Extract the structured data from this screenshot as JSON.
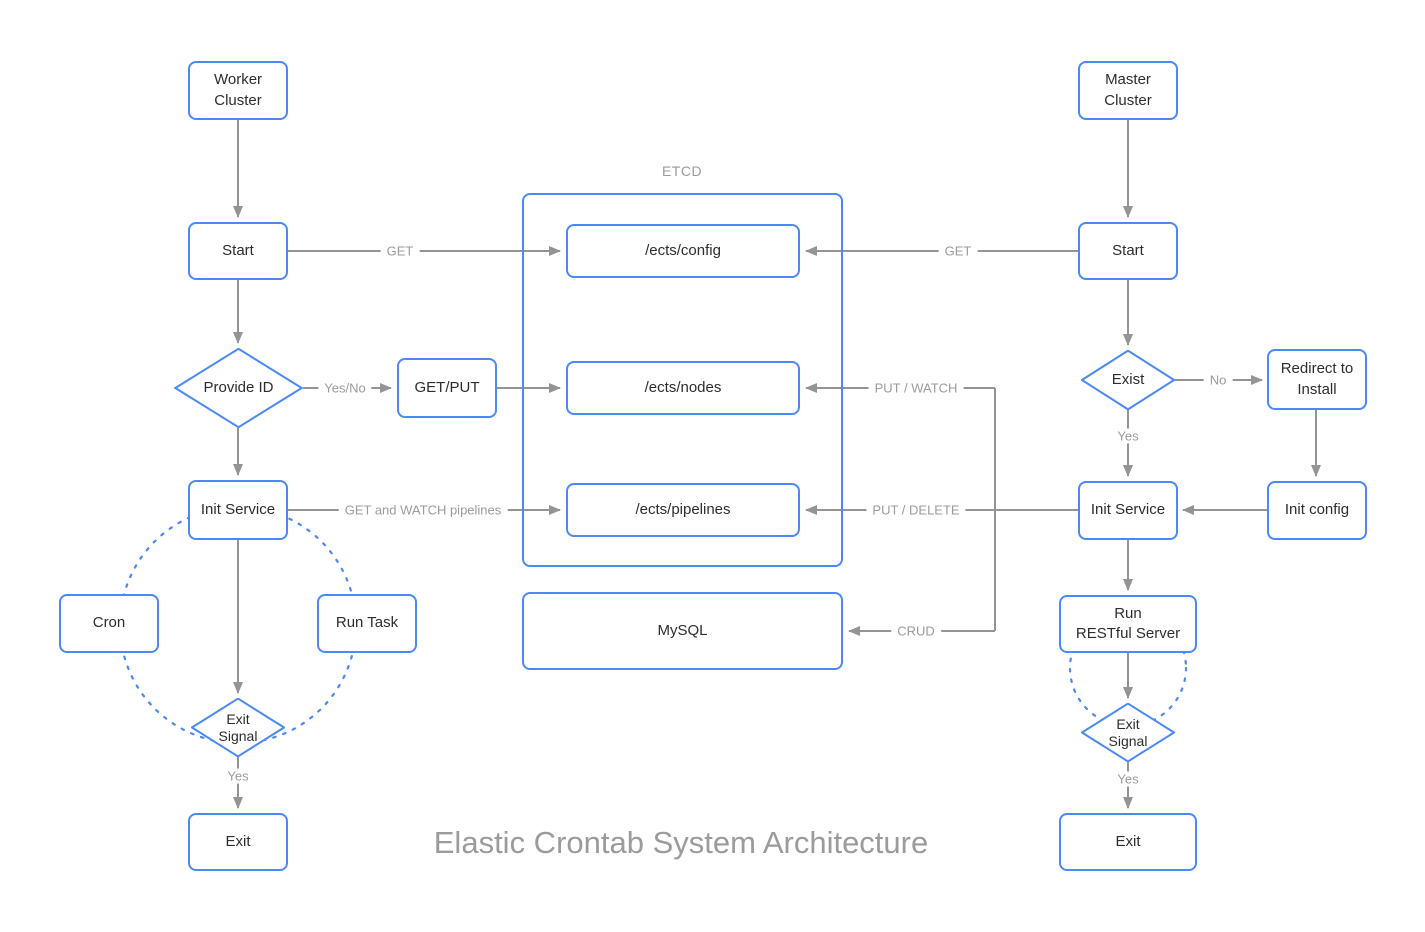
{
  "title": "Elastic Crontab System Architecture",
  "colors": {
    "node_border": "#4a89f6",
    "loop_color": "#4a89f6",
    "edge_color": "#949494",
    "label_color": "#9b9b9b",
    "title_color": "#9b9b9b",
    "text_color": "#2d2d2d"
  },
  "groups": {
    "etcd": {
      "label": "ETCD"
    }
  },
  "nodes": {
    "worker_cluster": {
      "label": "Worker\nCluster"
    },
    "start_left": {
      "label": "Start"
    },
    "provide_id": {
      "label": "Provide ID"
    },
    "get_put": {
      "label": "GET/PUT"
    },
    "init_service_left": {
      "label": "Init Service"
    },
    "cron": {
      "label": "Cron"
    },
    "run_task": {
      "label": "Run Task"
    },
    "exit_signal_left": {
      "label": "Exit\nSignal"
    },
    "exit_left": {
      "label": "Exit"
    },
    "ects_config": {
      "label": "/ects/config"
    },
    "ects_nodes": {
      "label": "/ects/nodes"
    },
    "ects_pipelines": {
      "label": "/ects/pipelines"
    },
    "mysql": {
      "label": "MySQL"
    },
    "master_cluster": {
      "label": "Master\nCluster"
    },
    "start_right": {
      "label": "Start"
    },
    "exist": {
      "label": "Exist"
    },
    "redirect_install": {
      "label": "Redirect to\nInstall"
    },
    "init_config": {
      "label": "Init config"
    },
    "init_service_right": {
      "label": "Init Service"
    },
    "run_restful": {
      "label": "Run\nRESTful Server"
    },
    "exit_signal_right": {
      "label": "Exit\nSignal"
    },
    "exit_right": {
      "label": "Exit"
    }
  },
  "edge_labels": {
    "worker_get": "GET",
    "yes_no": "Yes/No",
    "get_watch_pipelines": "GET and WATCH pipelines",
    "put_watch": "PUT / WATCH",
    "put_delete": "PUT / DELETE",
    "crud": "CRUD",
    "master_get": "GET",
    "no_exist": "No",
    "yes_exist": "Yes",
    "yes_worker_exit": "Yes",
    "yes_master_exit": "Yes"
  }
}
